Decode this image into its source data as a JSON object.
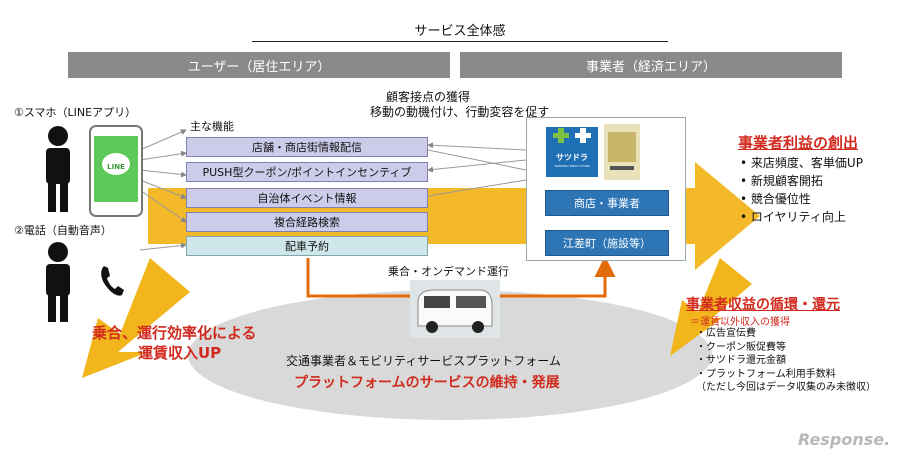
{
  "title": "サービス全体感",
  "header_user": "ユーザー（居住エリア）",
  "header_biz": "事業者（経済エリア）",
  "user1": "①スマホ（LINEアプリ）",
  "user2": "②電話（自動音声）",
  "line_label": "LINE",
  "touchpoint1": "顧客接点の獲得",
  "touchpoint2": "移動の動機付け、行動変容を促す",
  "features_label": "主な機能",
  "features": [
    "店舗・商店街情報配信",
    "PUSH型クーポン/ポイントインセンティブ",
    "自治体イベント情報",
    "複合経路検索",
    "配車予約"
  ],
  "ondemand": "乗合・オンデマンド運行",
  "shop_btn": "商店・事業者",
  "town_btn": "江差町（施設等）",
  "logo_text": "サツドラ",
  "logo_sub": "SAPPORO DRUG STORE",
  "efficiency1": "乗合、運行効率化による",
  "efficiency2": "運賃収入UP",
  "platform1": "交通事業者＆モビリティサービスプラットフォーム",
  "platform2": "プラットフォームのサービスの維持・発展",
  "profit_title": "事業者利益の創出",
  "profit_items": [
    "来店頻度、客単価UP",
    "新規顧客開拓",
    "競合優位性",
    "ロイヤリティ向上"
  ],
  "revenue_title": "事業者収益の循環・還元",
  "revenue_sub": "＝運賃以外収入の獲得",
  "revenue_items": [
    "・広告宣伝費",
    "・クーポン販促費等",
    "・サツドラ還元金額",
    "・プラットフォーム利用手数料",
    "（ただし今回はデータ収集のみ未徴収）"
  ],
  "watermark": "Response.",
  "colors": {
    "arrow": "#f2b51c",
    "orange_line": "#e36c0a",
    "pill": "#ccccea",
    "button": "#2e75b6",
    "red": "#d12a1f"
  }
}
